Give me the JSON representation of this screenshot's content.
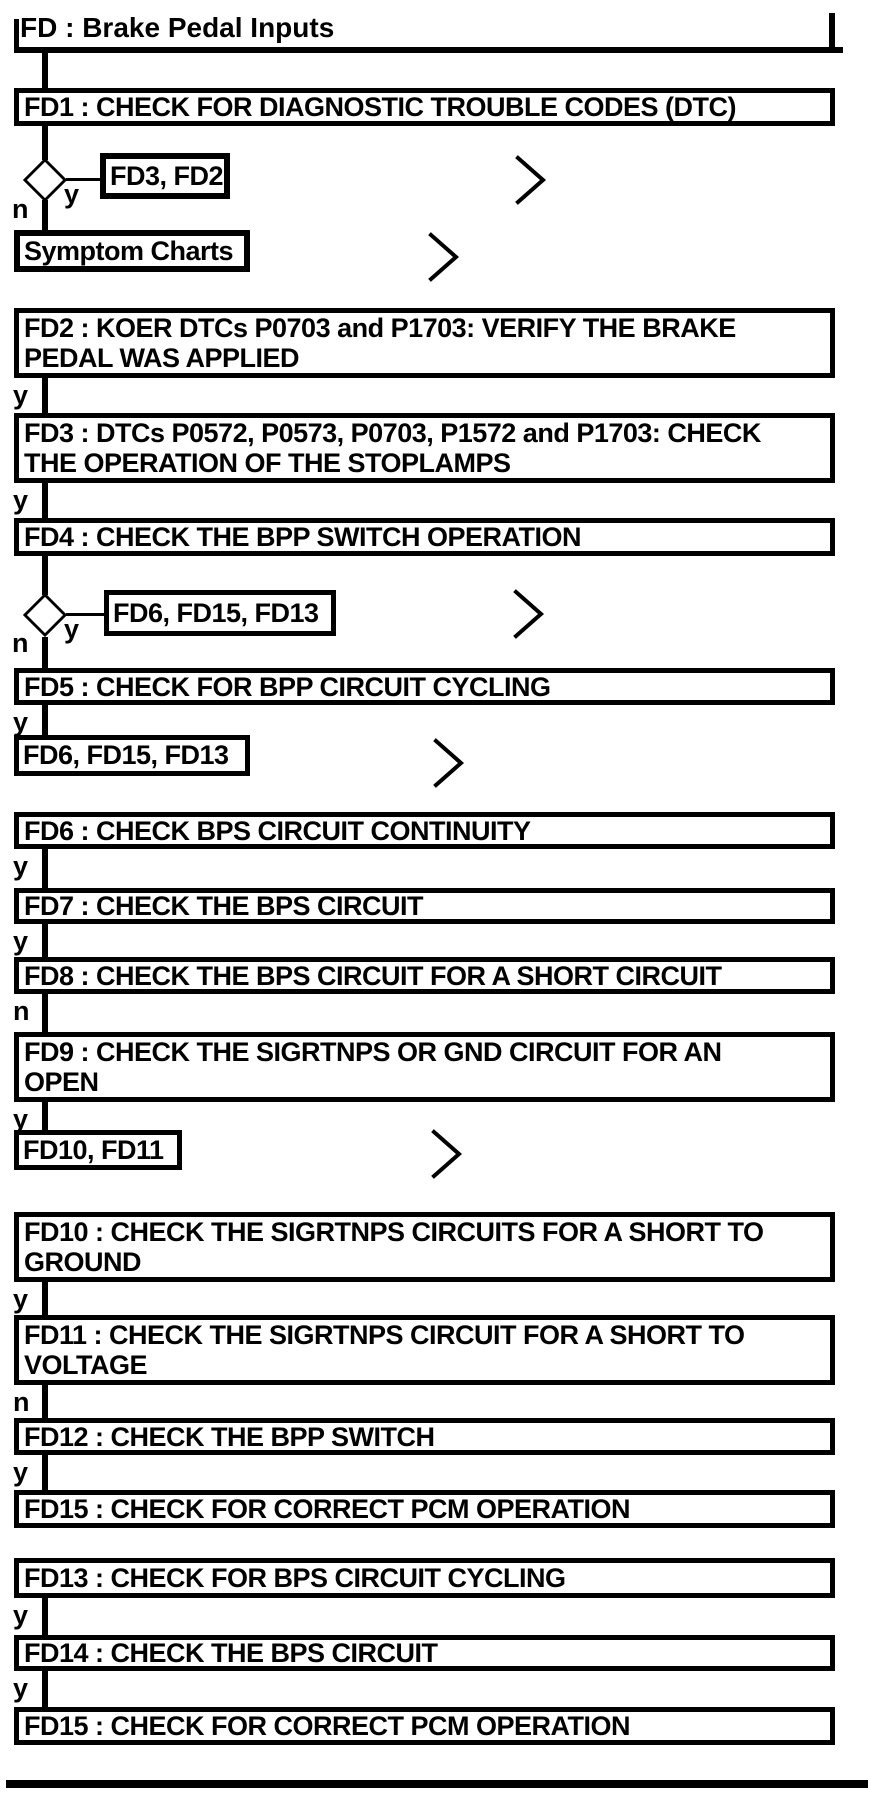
{
  "colors": {
    "ink": "#000000",
    "paper": "#ffffff"
  },
  "labels": {
    "yes": "y",
    "no": "n"
  },
  "icons": {
    "continuation_arrow": ">",
    "decision_diamond": "diamond"
  },
  "flowchart": {
    "title": "FD : Brake Pedal Inputs",
    "nodes": {
      "fd1": "FD1 : CHECK FOR DIAGNOSTIC TROUBLE CODES (DTC)",
      "ref_fd3_fd2": "FD3, FD2",
      "symptom_charts": "Symptom Charts",
      "fd2": [
        "FD2 : KOER DTCs P0703 and P1703: VERIFY THE BRAKE",
        "PEDAL WAS APPLIED"
      ],
      "fd3": [
        "FD3 : DTCs P0572, P0573, P0703, P1572 and P1703: CHECK",
        "THE OPERATION OF THE STOPLAMPS"
      ],
      "fd4": "FD4 : CHECK THE BPP SWITCH OPERATION",
      "ref_fd6_fd15_fd13": "FD6, FD15, FD13",
      "fd5": "FD5 : CHECK FOR BPP CIRCUIT CYCLING",
      "fd6": "FD6 : CHECK BPS CIRCUIT CONTINUITY",
      "fd7": "FD7 : CHECK THE BPS CIRCUIT",
      "fd8": "FD8 : CHECK THE BPS CIRCUIT FOR A SHORT CIRCUIT",
      "fd9": [
        "FD9 : CHECK THE SIGRTNPS OR GND CIRCUIT FOR AN",
        "OPEN"
      ],
      "ref_fd10_fd11": "FD10, FD11",
      "fd10": [
        "FD10 : CHECK THE SIGRTNPS CIRCUITS FOR A SHORT TO",
        "GROUND"
      ],
      "fd11": [
        "FD11 : CHECK THE SIGRTNPS CIRCUIT FOR A SHORT TO",
        "VOLTAGE"
      ],
      "fd12": "FD12 : CHECK THE BPP SWITCH",
      "fd15_a": "FD15 : CHECK FOR CORRECT PCM OPERATION",
      "fd13": "FD13 : CHECK FOR BPS CIRCUIT CYCLING",
      "fd14": "FD14 : CHECK THE BPS CIRCUIT",
      "fd15_b": "FD15 : CHECK FOR CORRECT PCM OPERATION"
    }
  }
}
